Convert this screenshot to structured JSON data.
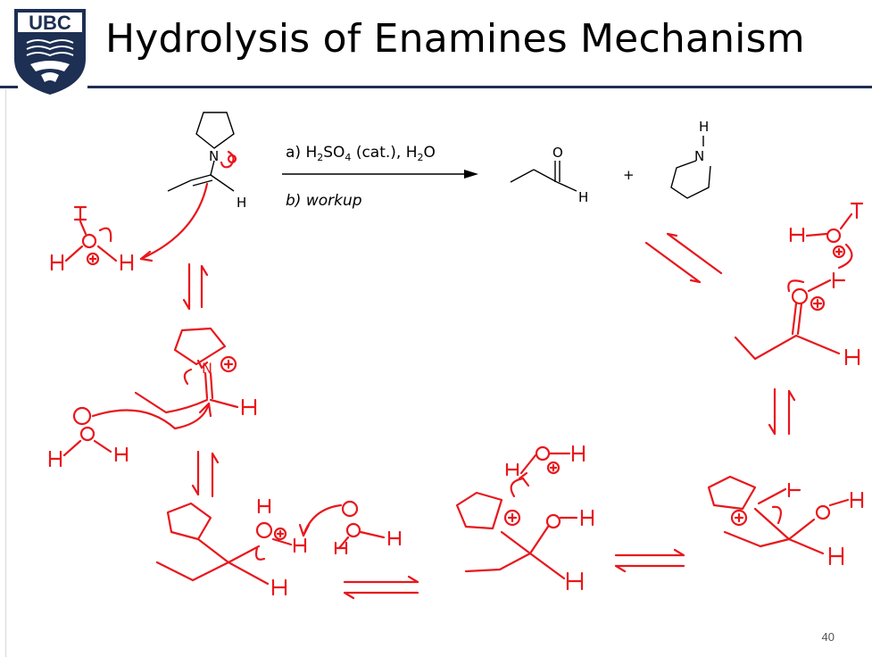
{
  "slide": {
    "title": "Hydrolysis of Enamines Mechanism",
    "page_number": "40",
    "logo_text": "UBC"
  },
  "reaction": {
    "step_a_prefix": "a) H",
    "step_a_sub1": "2",
    "step_a_mid": "SO",
    "step_a_sub2": "4",
    "step_a_mid2": " (cat.), H",
    "step_a_sub3": "2",
    "step_a_end": "O",
    "step_b": "b) workup",
    "plus": "+"
  },
  "atoms": {
    "N": "N",
    "H": "H",
    "O": "O"
  },
  "colors": {
    "ink_red": "#e8171c",
    "brand_navy": "#1d2f52",
    "black": "#000000"
  }
}
